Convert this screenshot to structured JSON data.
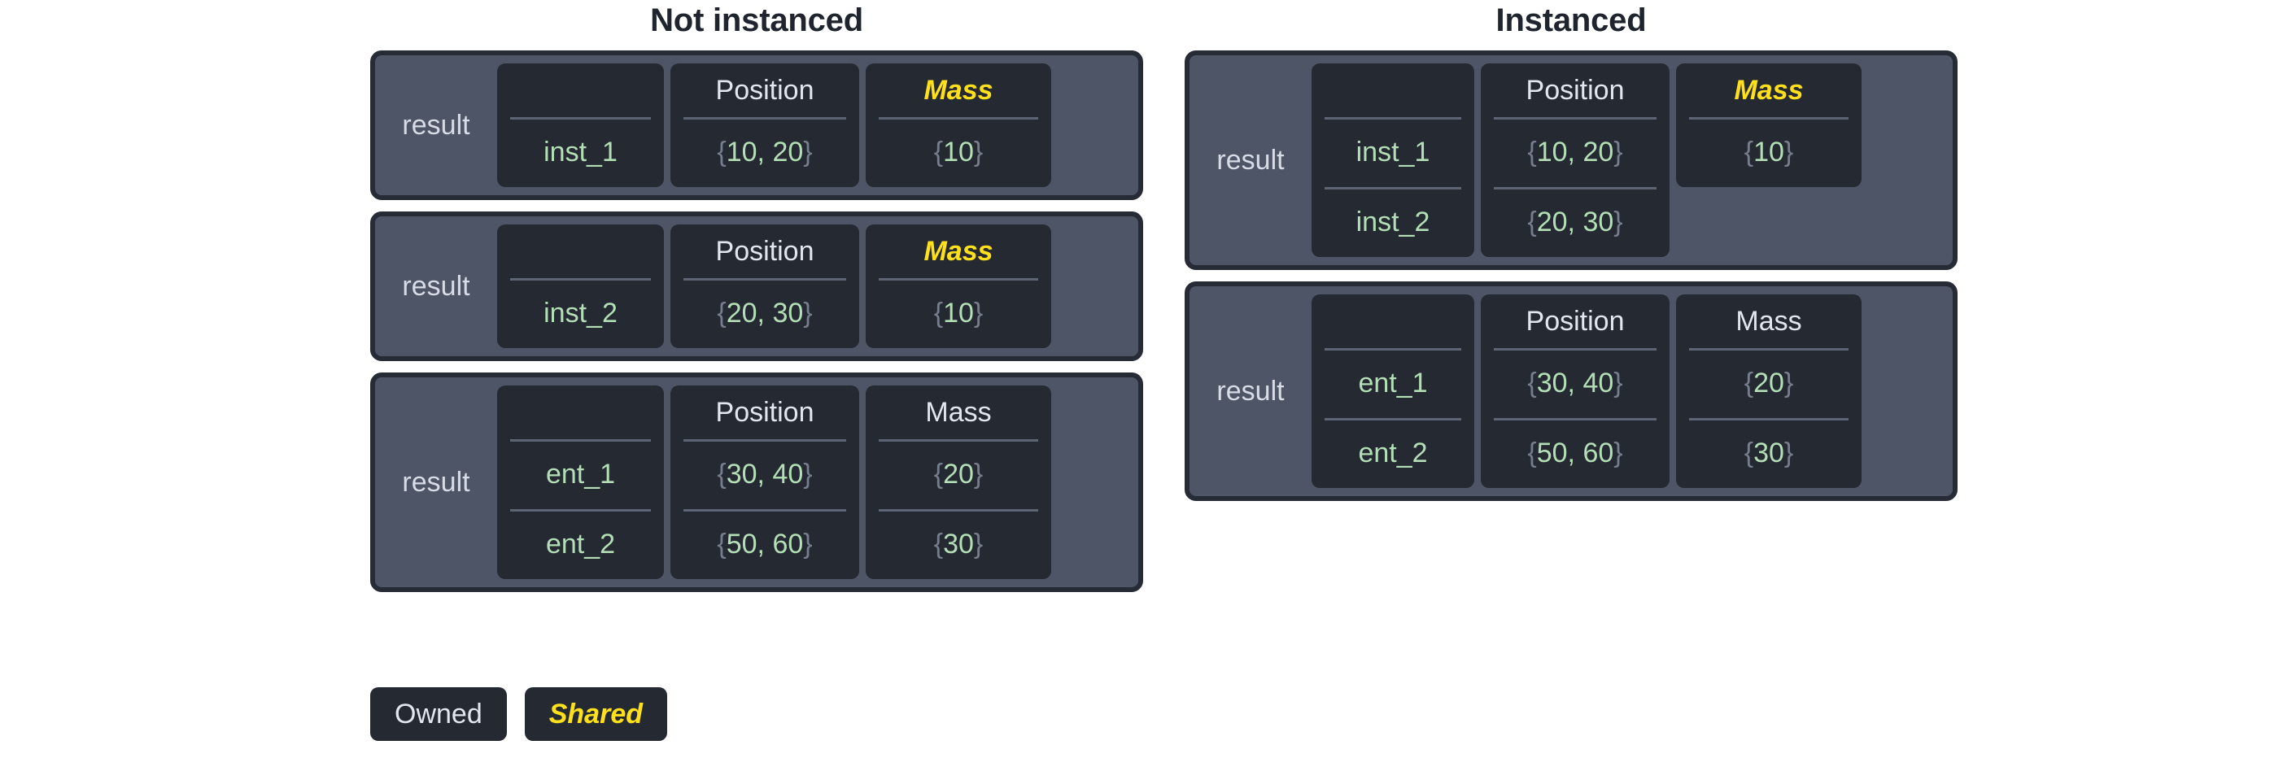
{
  "legend": {
    "owned_label": "Owned",
    "shared_label": "Shared"
  },
  "colors": {
    "shared_accent": "#ffe01b",
    "owned_text": "#e2e6ee",
    "value_green": "#b4dfb6",
    "brace_gray": "#767d8c",
    "panel_gray": "#4e5566",
    "field_dark": "#242932",
    "card_border": "#262b36",
    "title_dark": "#20242e"
  },
  "columns": [
    {
      "title": "Not instanced",
      "cards": [
        {
          "owner": "result",
          "headers": {
            "id": "",
            "position": "Position",
            "mass": "Mass"
          },
          "mass_shared": true,
          "mass_rows": 1,
          "rows": [
            {
              "id": "inst_1",
              "position": "{10, 20}",
              "mass": "{10}"
            }
          ]
        },
        {
          "owner": "result",
          "headers": {
            "id": "",
            "position": "Position",
            "mass": "Mass"
          },
          "mass_shared": true,
          "mass_rows": 1,
          "rows": [
            {
              "id": "inst_2",
              "position": "{20, 30}",
              "mass": "{10}"
            }
          ]
        },
        {
          "owner": "result",
          "headers": {
            "id": "",
            "position": "Position",
            "mass": "Mass"
          },
          "mass_shared": false,
          "mass_rows": 2,
          "rows": [
            {
              "id": "ent_1",
              "position": "{30, 40}",
              "mass": "{20}"
            },
            {
              "id": "ent_2",
              "position": "{50, 60}",
              "mass": "{30}"
            }
          ]
        }
      ]
    },
    {
      "title": "Instanced",
      "cards": [
        {
          "owner": "result",
          "headers": {
            "id": "",
            "position": "Position",
            "mass": "Mass"
          },
          "mass_shared": true,
          "mass_rows": 1,
          "rows": [
            {
              "id": "inst_1",
              "position": "{10, 20}",
              "mass": "{10}"
            },
            {
              "id": "inst_2",
              "position": "{20, 30}",
              "mass": null
            }
          ]
        },
        {
          "owner": "result",
          "headers": {
            "id": "",
            "position": "Position",
            "mass": "Mass"
          },
          "mass_shared": false,
          "mass_rows": 2,
          "rows": [
            {
              "id": "ent_1",
              "position": "{30, 40}",
              "mass": "{20}"
            },
            {
              "id": "ent_2",
              "position": "{50, 60}",
              "mass": "{30}"
            }
          ]
        }
      ]
    }
  ]
}
